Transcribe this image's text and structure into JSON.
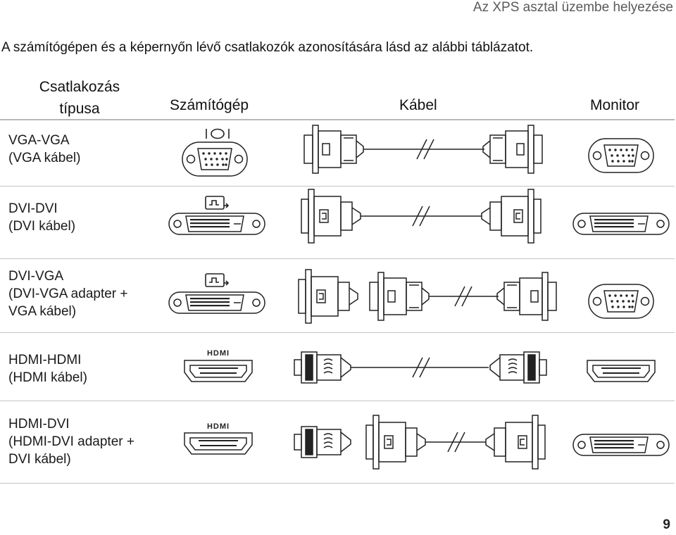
{
  "running_head": "Az XPS asztal üzembe helyezése",
  "intro": "A számítógépen és a képernyőn lévő csatlakozók azonosítására lásd az alábbi táblázatot.",
  "table": {
    "headers": {
      "type_line1": "Csatlakozás",
      "type_line2": "típusa",
      "computer": "Számítógép",
      "cable": "Kábel",
      "monitor": "Monitor"
    },
    "rows": [
      {
        "line1": "VGA-VGA",
        "line2": "(VGA kábel)",
        "line3": ""
      },
      {
        "line1": "DVI-DVI",
        "line2": "(DVI kábel)",
        "line3": ""
      },
      {
        "line1": "DVI-VGA",
        "line2": "(DVI-VGA adapter +",
        "line3": "VGA kábel)"
      },
      {
        "line1": "HDMI-HDMI",
        "line2": "(HDMI kábel)",
        "line3": ""
      },
      {
        "line1": "HDMI-DVI",
        "line2": "(HDMI-DVI adapter +",
        "line3": "DVI kábel)"
      }
    ]
  },
  "logo_text": "HDMI",
  "page_number": "9"
}
